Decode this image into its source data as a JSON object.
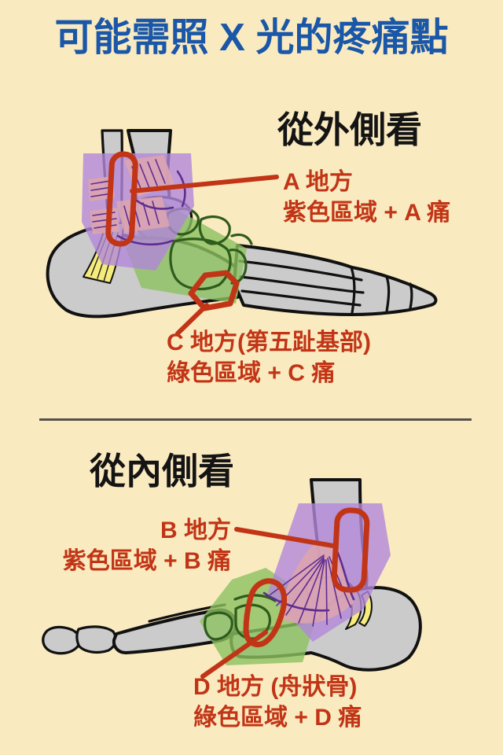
{
  "page": {
    "title": "可能需照 X 光的疼痛點",
    "background_color": "#FAEAC0",
    "title_color": "#1A57A8"
  },
  "colors": {
    "annotation_red": "#C13516",
    "purple_region": "#B287DA",
    "green_region": "#8CC15F",
    "bone_gray": "#CBCBCB",
    "bone_outline": "#111111",
    "ligament_pink": "#DBA4B0",
    "ligament_line_purple": "#5E2D91",
    "tarsal_outline_green": "#2E5C1C",
    "tendon_yellow": "#F6EC7C",
    "divider_color": "#56514A",
    "heading_color": "#141414"
  },
  "sections": {
    "lateral": {
      "heading": "從外側看",
      "label_a": {
        "line1": "A 地方",
        "line2": "紫色區域 + A 痛"
      },
      "label_c": {
        "line1": "C 地方(第五趾基部)",
        "line2": "綠色區域 + C 痛"
      }
    },
    "medial": {
      "heading": "從內側看",
      "label_b": {
        "line1": "B 地方",
        "line2": "紫色區域 + B 痛"
      },
      "label_d": {
        "line1": "D 地方 (舟狀骨)",
        "line2": "綠色區域 + D 痛"
      }
    }
  }
}
